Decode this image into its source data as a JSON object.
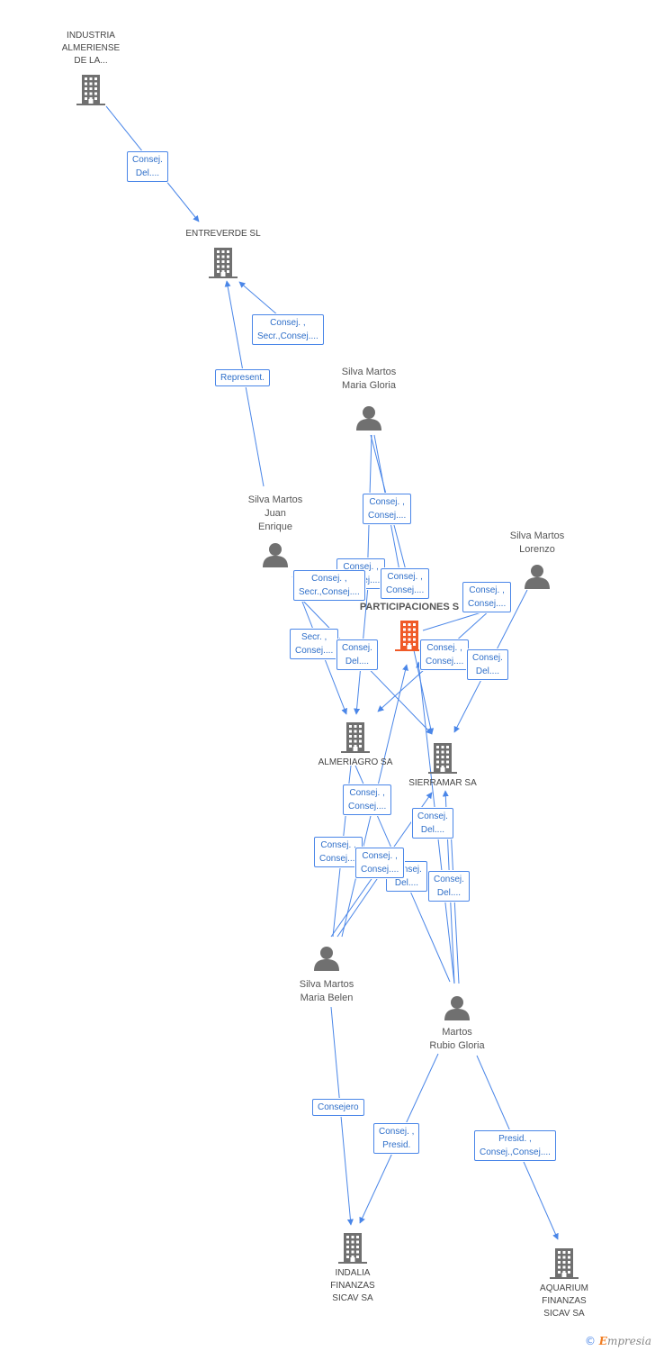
{
  "colors": {
    "edge": "#4a86e8",
    "icon": "#707070",
    "focus": "#f05a28"
  },
  "nodes": {
    "industria": {
      "type": "company",
      "label": "INDUSTRIA\nALMERIENSE\nDE LA..."
    },
    "entreverde": {
      "type": "company",
      "label": "ENTREVERDE SL"
    },
    "gloria": {
      "type": "person",
      "label": "Silva Martos\nMaria Gloria"
    },
    "juan": {
      "type": "person",
      "label": "Silva Martos\nJuan\nEnrique"
    },
    "lorenzo": {
      "type": "person",
      "label": "Silva Martos\nLorenzo"
    },
    "participaciones": {
      "type": "focus",
      "label": "PARTICIPACIONES S"
    },
    "almeriagro": {
      "type": "company",
      "label": "ALMERIAGRO SA"
    },
    "sierramar": {
      "type": "company",
      "label": "SIERRAMAR SA"
    },
    "belen": {
      "type": "person",
      "label": "Silva Martos\nMaria Belen"
    },
    "rubio": {
      "type": "person",
      "label": "Martos\nRubio Gloria"
    },
    "indalia": {
      "type": "company",
      "label": "INDALIA\nFINANZAS\nSICAV SA"
    },
    "aquarium": {
      "type": "company",
      "label": "AQUARIUM\nFINANZAS\nSICAV SA"
    }
  },
  "edge_labels": {
    "l1": "Consej.\nDel....",
    "l2": "Consej. ,\nSecr.,Consej....",
    "l3": "Represent.",
    "l4": "Consej. ,\nConsej....",
    "l5": "Consej. ,\nConsej....",
    "l6": "Consej. ,\nConsej....",
    "l7": "Consej. ,\nSecr.,Consej....",
    "l8": "Consej. ,\nConsej....",
    "l9": "Secr. ,\nConsej....",
    "l10": "Consej.\nDel....",
    "l11": "Consej. ,\nConsej....",
    "l12": "Consej.\nDel....",
    "l13": "Consej. ,\nConsej....",
    "l14": "Consej.\nDel....",
    "l15": "Consej. ,\nConsej....",
    "l16": "Consej. ,\nConsej....",
    "l17": "Consej.\nDel....",
    "l18": "Consej.\nDel....",
    "l19": "Consejero",
    "l20": "Consej. ,\nPresid.",
    "l21": "Presid. ,\nConsej.,Consej...."
  },
  "watermark": {
    "symbol": "©",
    "brand_initial": "E",
    "brand_rest": "mpresia"
  }
}
